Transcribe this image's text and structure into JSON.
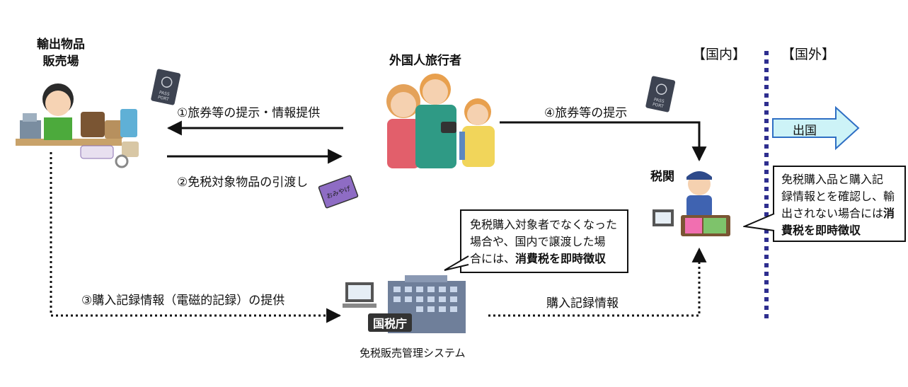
{
  "labels": {
    "shop": [
      "輸出物品",
      "販売場"
    ],
    "travelers": "外国人旅行者",
    "customs": "税関",
    "domestic": "【国内】",
    "overseas": "【国外】",
    "departure": "出国",
    "step1": "①旅券等の提示・情報提供",
    "step2": "②免税対象物品の引渡し",
    "step3": "③購入記録情報（電磁的記録）の提供",
    "step4": "④旅券等の提示",
    "purchase_record": "購入記録情報",
    "system": "免税販売管理システム",
    "nta_sign": "国税庁",
    "passport_text": [
      "PASS",
      "PORT"
    ],
    "omiyage": "おみやげ"
  },
  "bubbles": {
    "nta_note": {
      "line1": "免税購入対象者でなくなった",
      "line2": "場合や、国内で譲渡した場",
      "line3_plain": "合には、",
      "line3_bold": "消費税を即時徴収"
    },
    "customs_note": {
      "line1": "免税購入品と購入記",
      "line2": "録情報とを確認し、輸",
      "line3_plain": "出されない場合には",
      "line3_bold": "消",
      "line4_bold": "費税を即時徴収"
    }
  },
  "colors": {
    "border_line": "#2e2e8f",
    "departure_fill": "#cdf3f7",
    "departure_stroke": "#2f6fc4",
    "building": "#6f7f9a",
    "nta_sign_bg": "#333333"
  }
}
